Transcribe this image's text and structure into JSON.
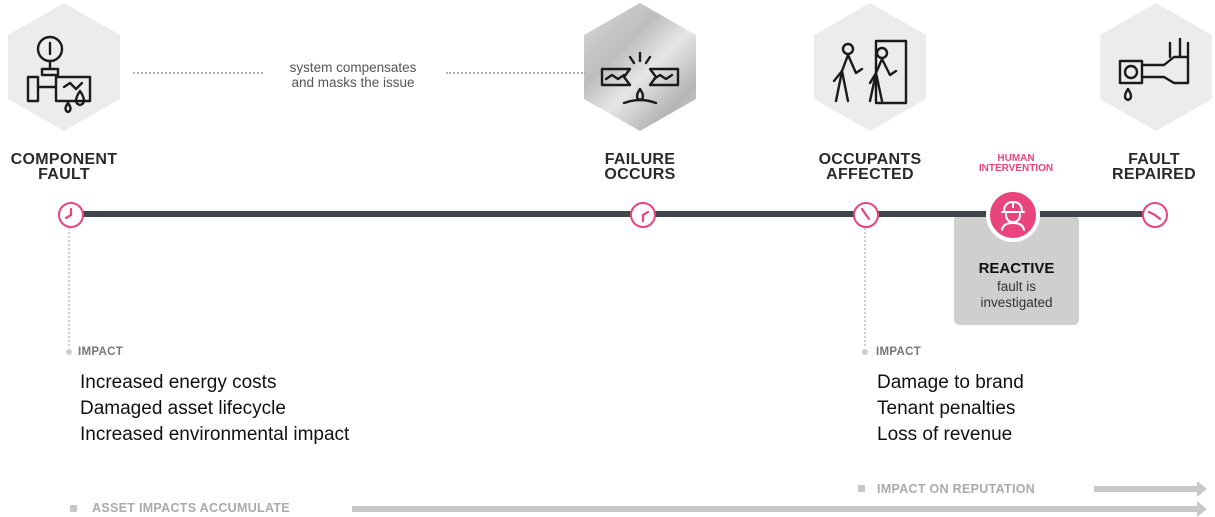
{
  "stages": {
    "component_fault": "COMPONENT\nFAULT",
    "failure_occurs": "FAILURE\nOCCURS",
    "occupants_affected": "OCCUPANTS\nAFFECTED",
    "human_intervention": "HUMAN\nINTERVENTION",
    "fault_repaired": "FAULT\nREPAIRED"
  },
  "compensation_note": "system compensates\nand masks the issue",
  "reactive": {
    "title": "REACTIVE",
    "description": "fault is\ninvestigated"
  },
  "impacts": {
    "asset": {
      "label": "IMPACT",
      "items": [
        "Increased energy costs",
        "Damaged asset lifecycle",
        "Increased environmental impact"
      ]
    },
    "reputation": {
      "label": "IMPACT",
      "items": [
        "Damage to brand",
        "Tenant penalties",
        "Loss of revenue"
      ]
    }
  },
  "bars": {
    "asset_accumulate": "ASSET IMPACTS ACCUMULATE",
    "reputation": "IMPACT ON REPUTATION"
  },
  "colors": {
    "accent": "#e8457c",
    "timeline": "#3f464b",
    "hex_bg": "#ececec",
    "muted": "#c8c8c8"
  },
  "icons": {
    "component_fault": "valve-gauge-leak-icon",
    "failure_occurs": "broken-pipe-icon",
    "occupants_affected": "people-leaving-icon",
    "fault_repaired": "hand-wrench-pipe-icon",
    "human_intervention": "hard-hat-worker-icon",
    "timeline_marker": "clock-icon"
  }
}
